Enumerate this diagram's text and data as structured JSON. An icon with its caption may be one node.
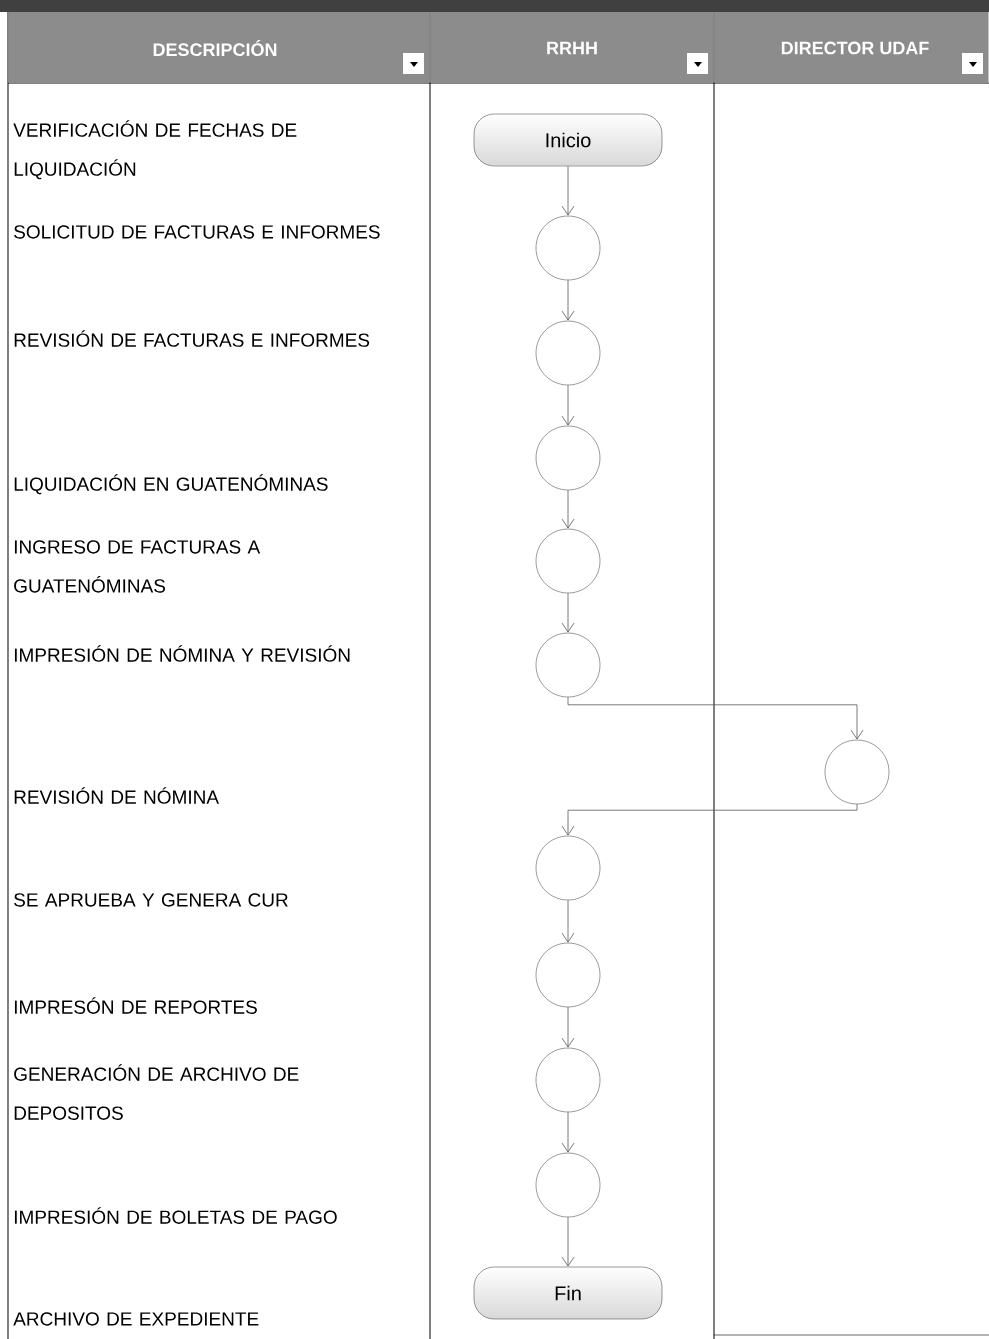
{
  "diagram": {
    "nodes": [
      {
        "text": [
          "Inicio"
        ]
      },
      {
        "text": [],
        "shape": "circle"
      },
      {
        "text": [],
        "shape": "circle"
      },
      {
        "text": [],
        "shape": "circle"
      },
      {
        "text": [],
        "shape": "circle"
      },
      {
        "text": [],
        "shape": "circle"
      },
      {
        "text": [],
        "shape": "circle"
      },
      {
        "text": [],
        "shape": "circle"
      },
      {
        "text": [],
        "shape": "circle"
      },
      {
        "text": [],
        "shape": "circle"
      },
      {
        "text": [],
        "shape": "circle"
      },
      {
        "text": [
          "Fin"
        ]
      }
    ],
    "edges": [
      {
        "from": 0,
        "to": 1,
        "arrow": "to"
      },
      {
        "from": 1,
        "to": 2,
        "arrow": "to"
      },
      {
        "from": 2,
        "to": 3,
        "arrow": "to"
      },
      {
        "from": 3,
        "to": 4,
        "arrow": "to"
      },
      {
        "from": 4,
        "to": 5,
        "arrow": "to"
      },
      {
        "from": 5,
        "to": 6,
        "arrow": "to"
      },
      {
        "from": 6,
        "to": 7,
        "arrow": "to"
      },
      {
        "from": 7,
        "to": 8,
        "arrow": "to"
      },
      {
        "from": 8,
        "to": 9,
        "arrow": "to"
      },
      {
        "from": 9,
        "to": 10,
        "arrow": "to"
      },
      {
        "from": 10,
        "to": 11,
        "arrow": "to"
      }
    ],
    "labels": [
      "DESCRIPCIÓN",
      "RRHH",
      "DIRECTOR UDAF",
      "VERIFICACIÓN DE FECHAS DE LIQUIDACIÓN",
      "SOLICITUD DE FACTURAS E INFORMES",
      "REVISIÓN DE FACTURAS E INFORMES",
      "LIQUIDACIÓN EN GUATENÓMINAS",
      "INGRESO DE FACTURAS A GUATENÓMINAS",
      "IMPRESIÓN DE NÓMINA Y REVISIÓN",
      "REVISIÓN DE NÓMINA",
      "SE APRUEBA Y GENERA CUR",
      "IMPRESÓN DE REPORTES",
      "GENERACIÓN DE ARCHIVO DE DEPOSITOS",
      "IMPRESIÓN DE BOLETAS DE PAGO",
      "ARCHIVO DE EXPEDIENTE"
    ]
  }
}
